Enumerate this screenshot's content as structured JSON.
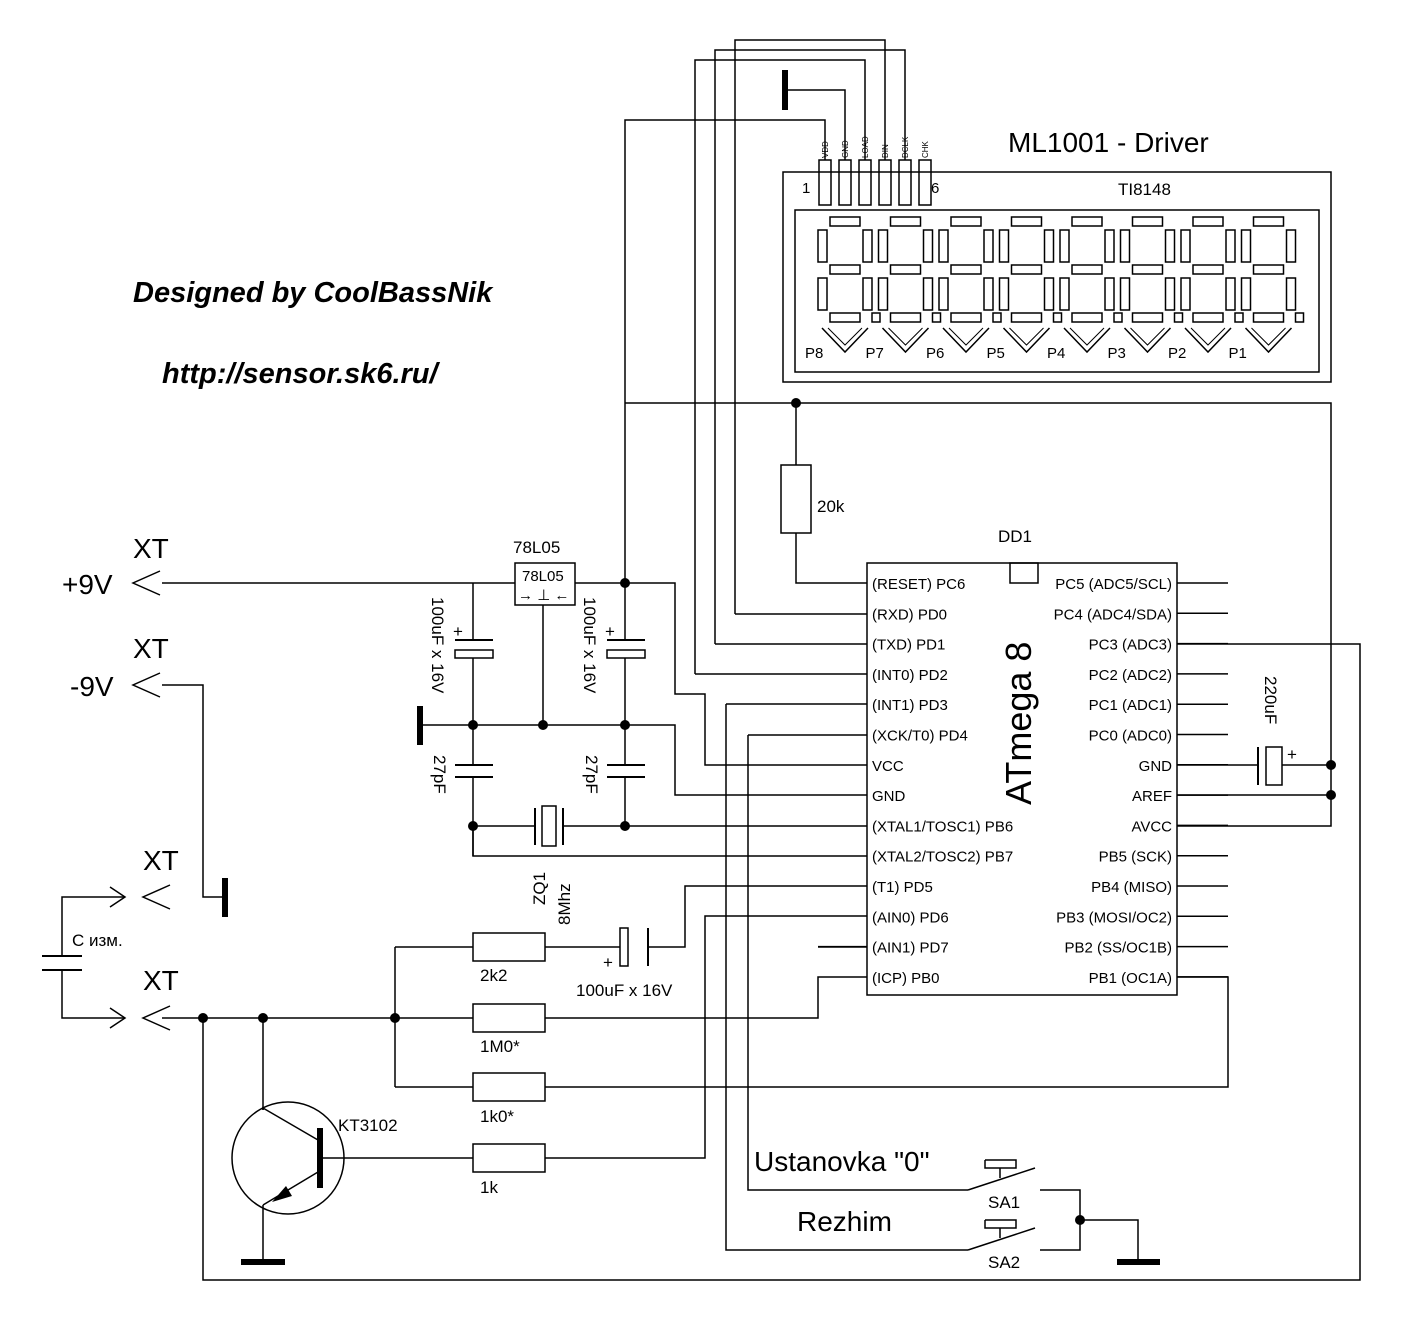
{
  "credits": {
    "designer": "Designed by CoolBassNik",
    "url": "http://sensor.sk6.ru/"
  },
  "display": {
    "title": "ML1001 - Driver",
    "chip": "TI8148",
    "pin_first": "1",
    "pin_last": "6",
    "pins": [
      "VDD",
      "GND",
      "LOAD",
      "DIN",
      "DCLK",
      "CHK"
    ],
    "digits": [
      "P8",
      "P7",
      "P6",
      "P5",
      "P4",
      "P3",
      "P2",
      "P1"
    ]
  },
  "mcu": {
    "ref": "DD1",
    "name": "ATmega 8",
    "left_pins": [
      "(RESET) PC6",
      "(RXD) PD0",
      "(TXD) PD1",
      "(INT0) PD2",
      "(INT1) PD3",
      "(XCK/T0) PD4",
      "VCC",
      "GND",
      "(XTAL1/TOSC1) PB6",
      "(XTAL2/TOSC2) PB7",
      "(T1) PD5",
      "(AIN0) PD6",
      "(AIN1) PD7",
      "(ICP) PB0"
    ],
    "right_pins": [
      "PC5 (ADC5/SCL)",
      "PC4 (ADC4/SDA)",
      "PC3 (ADC3)",
      "PC2 (ADC2)",
      "PC1 (ADC1)",
      "PC0 (ADC0)",
      "GND",
      "AREF",
      "AVCC",
      "PB5 (SCK)",
      "PB4 (MISO)",
      "PB3 (MOSI/OC2)",
      "PB2 (SS/OC1B)",
      "PB1 (OC1A)"
    ]
  },
  "connectors": {
    "xt": "XT",
    "plus9": "+9V",
    "minus9": "-9V",
    "cx": "C изм."
  },
  "regulator": {
    "name": "78L05"
  },
  "components": {
    "c_in": "100uF x 16V",
    "c_out": "100uF x 16V",
    "c_xt1": "27pF",
    "c_xt2": "27pF",
    "c_coupling": "100uF x 16V",
    "c_avcc": "220uF",
    "r_reset": "20k",
    "r1": "2k2",
    "r2": "1M0*",
    "r3": "1k0*",
    "r4": "1k",
    "crystal_ref": "ZQ1",
    "crystal_freq": "8Mhz",
    "transistor": "KT3102",
    "plus": "+"
  },
  "switches": {
    "sa1_label": "Ustanovka \"0\"",
    "sa1_ref": "SA1",
    "sa2_label": "Rezhim",
    "sa2_ref": "SA2"
  }
}
